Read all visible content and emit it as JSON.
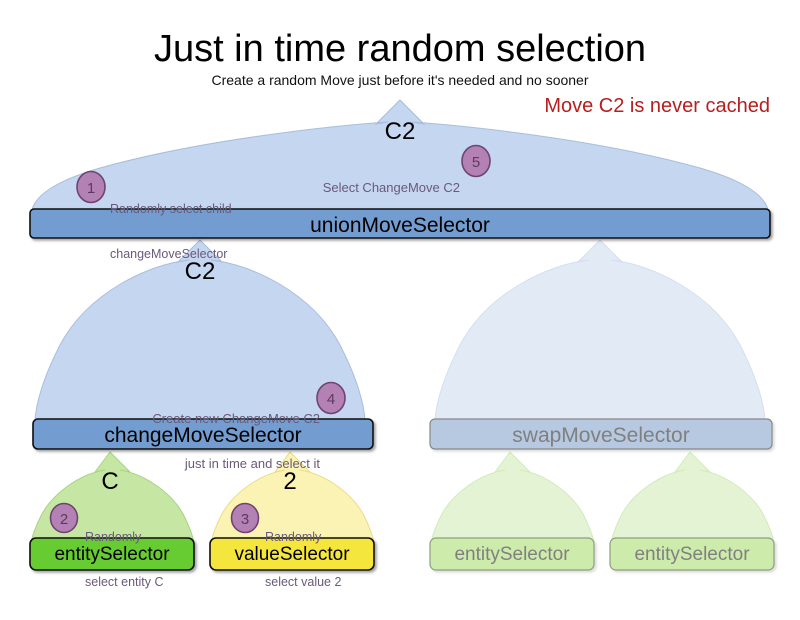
{
  "header": {
    "title": "Just in time random selection",
    "subtitle": "Create a random Move just before it's needed and no sooner",
    "warning": "Move C2 is never cached",
    "warning_color": "#b81e1e"
  },
  "colors": {
    "arrow_blue_fill": "#c4d6f0",
    "arrow_blue_stroke": "#a8bedd",
    "arrow_blue_faded_fill": "#e2eaf6",
    "arrow_green_fill": "#c6e6a3",
    "arrow_green_stroke": "#a9d382",
    "arrow_green_faded_fill": "#e3f3d4",
    "arrow_yellow_fill": "#fbf3b4",
    "arrow_yellow_stroke": "#e9dd86",
    "bar_blue_fill": "#739dd0",
    "bar_blue_faded_fill": "#b6c9e0",
    "bar_green_fill": "#66cc33",
    "bar_green_faded_fill": "#cdecab",
    "bar_yellow_fill": "#f5e63c",
    "badge_fill": "#b481b4",
    "badge_stroke": "#6f4470",
    "badge_text": "#5d3a5d",
    "anno_text": "#6a5a7a",
    "faded_text": "#808080"
  },
  "diagram": {
    "move_labels": {
      "union_arrow": "C2",
      "change_arrow": "C2",
      "entity_arrow": "C",
      "value_arrow": "2"
    },
    "selectors": {
      "union": {
        "label": "unionMoveSelector",
        "faded": false
      },
      "change": {
        "label": "changeMoveSelector",
        "faded": false
      },
      "swap": {
        "label": "swapMoveSelector",
        "faded": true
      },
      "entity_left": {
        "label": "entitySelector",
        "faded": false
      },
      "value_left": {
        "label": "valueSelector",
        "faded": false
      },
      "entity_swap_1": {
        "label": "entitySelector",
        "faded": true
      },
      "entity_swap_2": {
        "label": "entitySelector",
        "faded": true
      }
    },
    "steps": [
      {
        "number": "1",
        "line1": "Randomly select child",
        "line2": "changeMoveSelector"
      },
      {
        "number": "2",
        "line1": "Randomly",
        "line2": "select entity C"
      },
      {
        "number": "3",
        "line1": "Randomly",
        "line2": "select value 2"
      },
      {
        "number": "4",
        "line1": "Create new ChangeMove C2",
        "line2": "just in time and select it"
      },
      {
        "number": "5",
        "line1": "Select ChangeMove C2",
        "line2": ""
      }
    ]
  }
}
